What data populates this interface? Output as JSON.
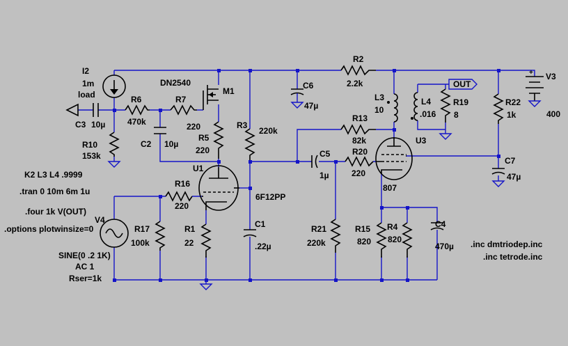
{
  "page": {
    "title": "",
    "colors": {
      "background": "#c0c0c0",
      "wire": "#1414c8",
      "component": "#000000",
      "junction": "#1414c8"
    }
  },
  "components": {
    "I2": {
      "ref": "I2",
      "value": "1m",
      "extra": "load"
    },
    "R6": {
      "ref": "R6",
      "value": "470k"
    },
    "R7": {
      "ref": "R7",
      "value": "220"
    },
    "M1": {
      "ref": "M1",
      "model": "DN2540"
    },
    "C6": {
      "ref": "C6",
      "value": "47µ"
    },
    "R2": {
      "ref": "R2",
      "value": "2.2k"
    },
    "V3": {
      "ref": "V3",
      "value": "400"
    },
    "L3": {
      "ref": "L3",
      "value": "10"
    },
    "L4": {
      "ref": "L4",
      "value": ".016"
    },
    "R19": {
      "ref": "R19",
      "value": "8"
    },
    "R22": {
      "ref": "R22",
      "value": "1k"
    },
    "C3": {
      "ref": "C3",
      "value": "10µ"
    },
    "R10": {
      "ref": "R10",
      "value": "153k"
    },
    "C2": {
      "ref": "C2",
      "value": "10µ"
    },
    "R5": {
      "ref": "R5",
      "value": "220"
    },
    "R3": {
      "ref": "R3",
      "value": "220k"
    },
    "R13": {
      "ref": "R13",
      "value": "82k"
    },
    "U3": {
      "ref": "U3",
      "model": "807"
    },
    "C5": {
      "ref": "C5",
      "value": "1µ"
    },
    "R20": {
      "ref": "R20",
      "value": "220"
    },
    "C7": {
      "ref": "C7",
      "value": "47µ"
    },
    "U1": {
      "ref": "U1",
      "model": "6F12PP"
    },
    "R16": {
      "ref": "R16",
      "value": "220"
    },
    "V4": {
      "ref": "V4"
    },
    "R17": {
      "ref": "R17",
      "value": "100k"
    },
    "R1": {
      "ref": "R1",
      "value": "22"
    },
    "C1": {
      "ref": "C1",
      "value": ".22µ"
    },
    "R21": {
      "ref": "R21",
      "value": "220k"
    },
    "R15": {
      "ref": "R15",
      "value": "820"
    },
    "R4": {
      "ref": "R4",
      "value": "820"
    },
    "C4": {
      "ref": "C4",
      "value": "470µ"
    }
  },
  "source_v4": {
    "line1": "SINE(0 .2 1K)",
    "line2": "AC 1",
    "line3": "Rser=1k"
  },
  "net_labels": {
    "out": "OUT"
  },
  "directives": {
    "k": "K2 L3 L4 .9999",
    "tran": ".tran 0 10m 6m 1u",
    "four": ".four 1k V(OUT)",
    "options": ".options plotwinsize=0",
    "inc1": ".inc dmtriodep.inc",
    "inc2": ".inc tetrode.inc"
  }
}
